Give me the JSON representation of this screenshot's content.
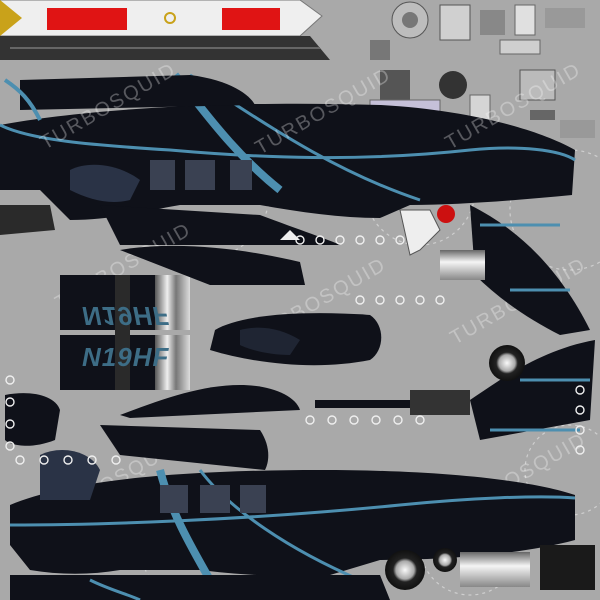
{
  "texture": {
    "background_color": "#a9a9a9",
    "fuselage_color": "#0f1119",
    "stripe_color": "#4d8fb0",
    "accent_red": "#e01414",
    "accent_white": "#f2f2f2"
  },
  "registration": {
    "mirrored": "N19HF",
    "normal": "N19HF"
  },
  "watermark": {
    "text": "TURBOSQUID"
  }
}
